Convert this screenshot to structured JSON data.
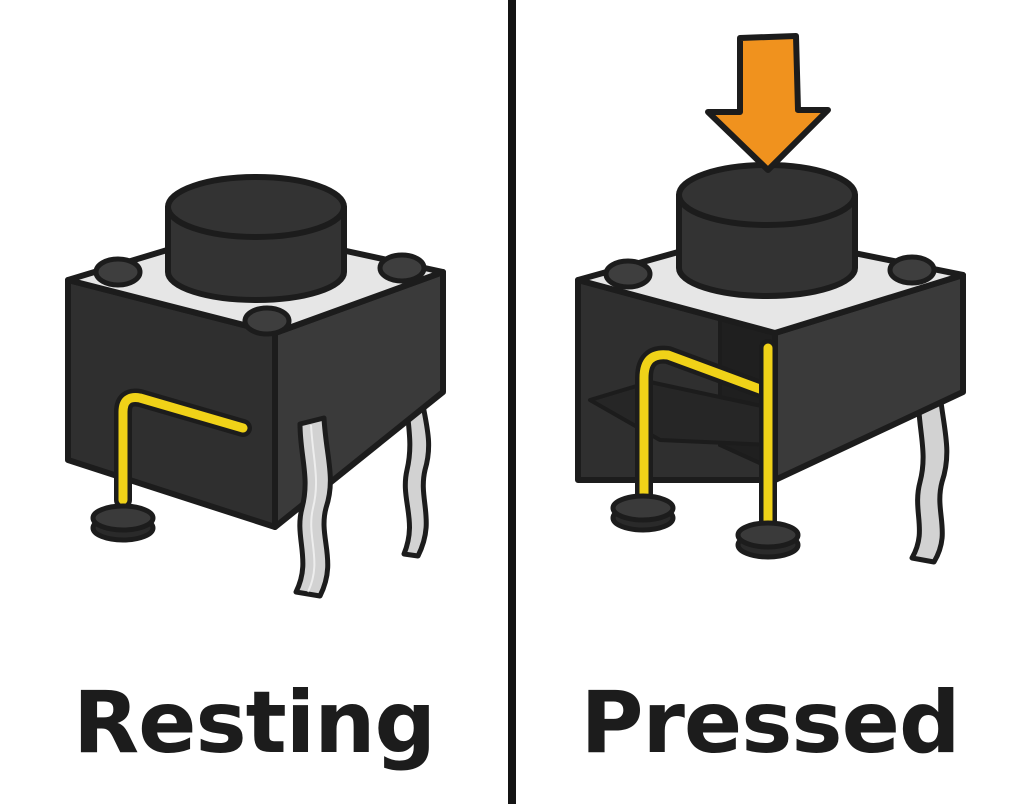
{
  "colors": {
    "ink": "#1c1c1c",
    "body": "#2f2f2f",
    "body_side": "#3a3a3a",
    "top_plate": "#e6e6e6",
    "knob": "#333333",
    "rivet": "#3e3e3e",
    "wire": "#f0d218",
    "lead": "#d2d2d2",
    "arrow": "#f0921e",
    "divider": "#141414",
    "background": "#ffffff"
  },
  "panels": [
    {
      "caption": "Resting",
      "state": "resting",
      "icon": "tactile-switch-resting-icon"
    },
    {
      "caption": "Pressed",
      "state": "pressed",
      "icon": "tactile-switch-pressed-icon"
    }
  ],
  "press_arrow": {
    "icon": "down-arrow-icon"
  }
}
